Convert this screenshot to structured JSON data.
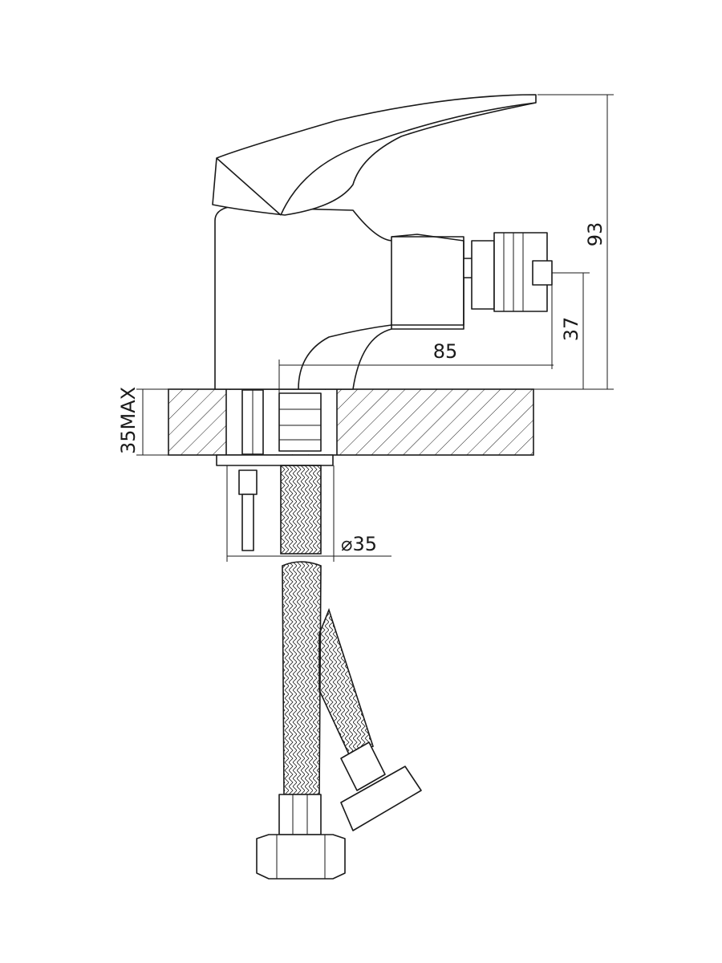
{
  "drawing": {
    "title": "Bidet mixer side view dimension drawing",
    "dimensions": {
      "total_height": "93",
      "outlet_height": "37",
      "reach": "85",
      "max_counter_thickness": "35MAX",
      "hole_diameter": "⌀35"
    },
    "units": "mm",
    "line_color": "#1a1a1a"
  }
}
